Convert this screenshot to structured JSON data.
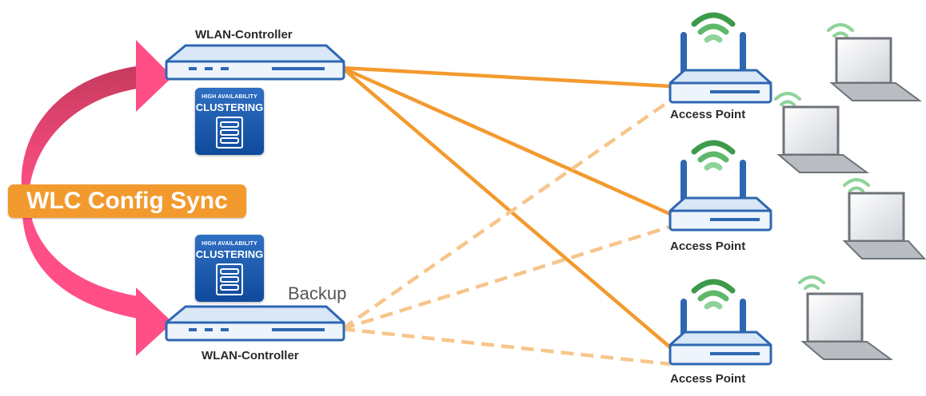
{
  "title": "",
  "controllers": [
    {
      "label": "WLAN-Controller",
      "role": "primary"
    },
    {
      "label": "WLAN-Controller",
      "role": "backup"
    }
  ],
  "backup_label": "Backup",
  "sync_label": "WLC Config Sync",
  "clustering_badge": {
    "line1": "HIGH AVAILABILITY",
    "line2": "CLUSTERING"
  },
  "access_points": [
    {
      "label": "Access Point"
    },
    {
      "label": "Access Point"
    },
    {
      "label": "Access Point"
    }
  ],
  "connections": {
    "primary_to_access_points": "solid",
    "backup_to_access_points": "dashed"
  },
  "colors": {
    "device_blue": "#2e67b1",
    "device_face": "#eef4fb",
    "link_primary": "#f39a2f",
    "link_backup": "#f7c58a",
    "sync_badge": "#f29a2e",
    "sync_arrow": "#e3436b",
    "wifi_dark": "#3d9a4a",
    "wifi_light": "#8fd39a"
  }
}
